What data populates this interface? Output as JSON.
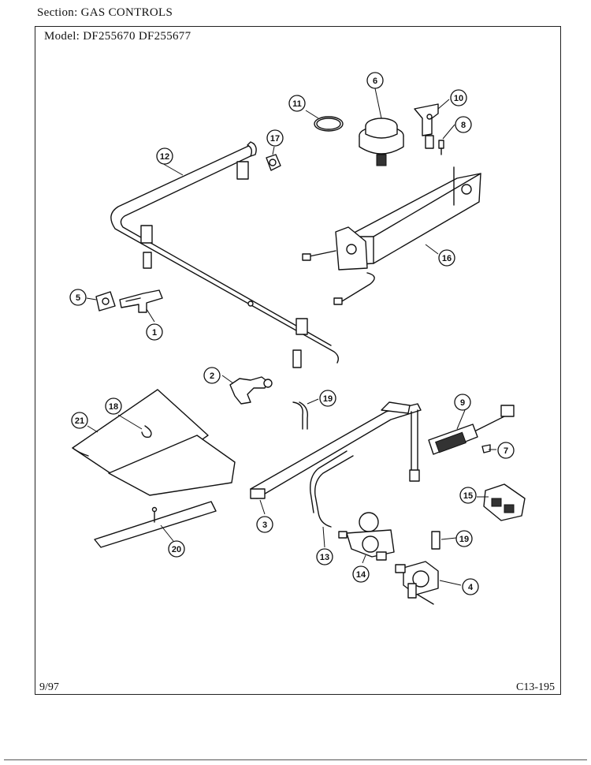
{
  "header": {
    "section_label": "Section:",
    "section_value": "GAS CONTROLS",
    "model_label": "Model:",
    "model_values": "DF255670  DF255677"
  },
  "footer": {
    "date": "9/97",
    "page_code": "C13-195"
  },
  "callouts": [
    "1",
    "2",
    "3",
    "4",
    "5",
    "6",
    "7",
    "8",
    "9",
    "10",
    "11",
    "12",
    "13",
    "14",
    "15",
    "16",
    "17",
    "18",
    "19",
    "19",
    "20",
    "21"
  ]
}
